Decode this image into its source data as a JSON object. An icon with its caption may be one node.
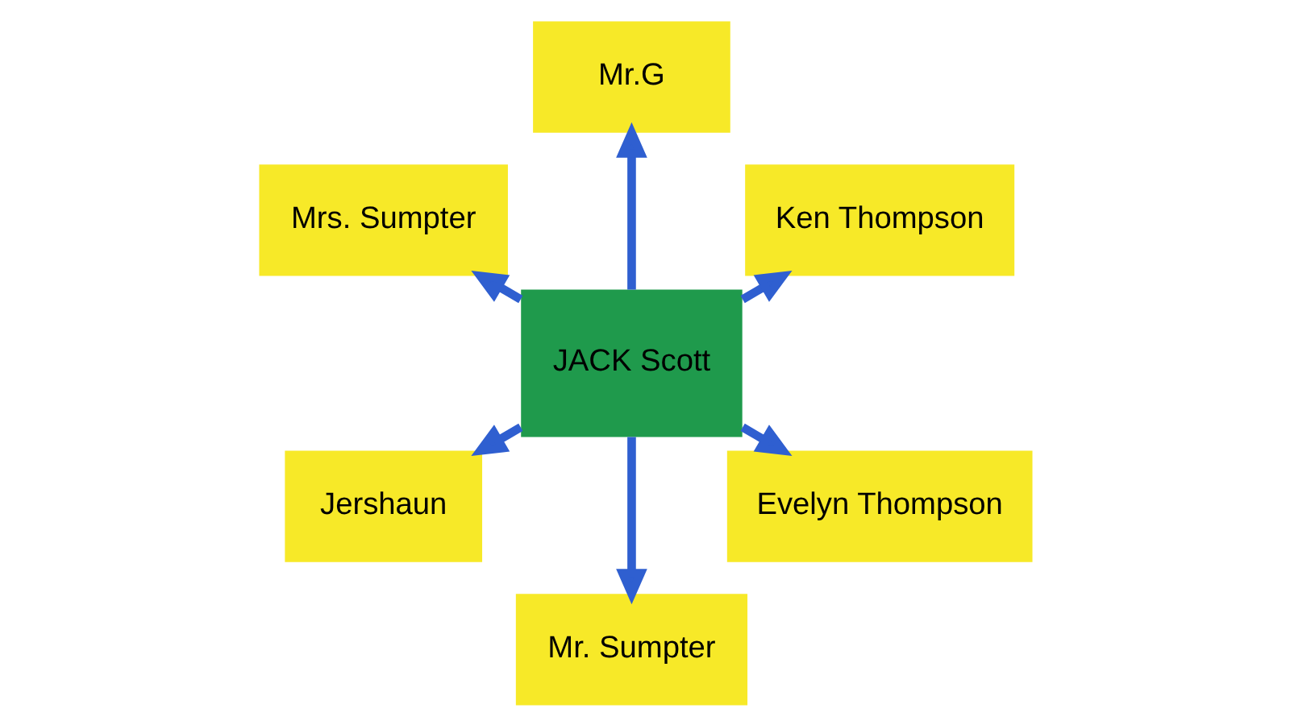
{
  "diagram": {
    "nodes": [
      {
        "text": [
          "Ken Thompson"
        ]
      },
      {
        "text": [
          "Mr.G"
        ]
      },
      {
        "text": [
          "Mrs. Sumpter"
        ]
      },
      {
        "text": [
          "JACK Scott"
        ]
      },
      {
        "text": [
          "Jershaun"
        ]
      },
      {
        "text": [
          "Mr. Sumpter"
        ]
      },
      {
        "text": [
          "Evelyn Thompson"
        ]
      }
    ],
    "edges": [
      {
        "from": 3,
        "to": 0,
        "arrow": "to"
      },
      {
        "from": 3,
        "to": 1,
        "arrow": "to"
      },
      {
        "from": 3,
        "to": 2,
        "arrow": "to"
      },
      {
        "from": 3,
        "to": 4,
        "arrow": "to"
      },
      {
        "from": 3,
        "to": 5,
        "arrow": "to"
      },
      {
        "from": 3,
        "to": 6,
        "arrow": "to"
      }
    ]
  }
}
